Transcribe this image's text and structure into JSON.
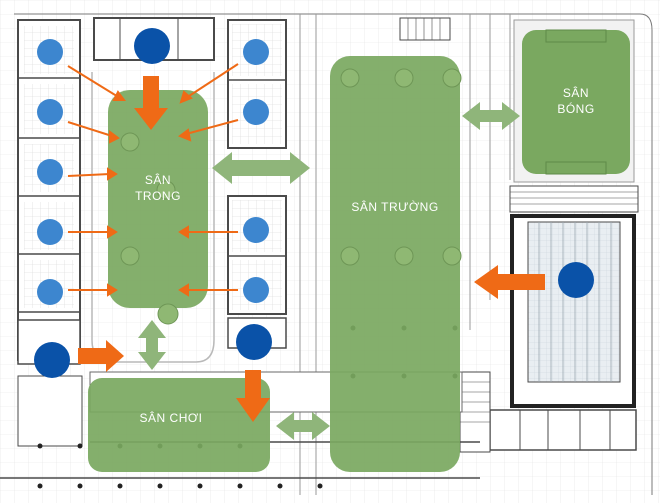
{
  "labels": {
    "san_trong_1": "SÂN",
    "san_trong_2": "TRONG",
    "san_truong": "SÂN TRƯỜNG",
    "san_bong_1": "SÂN",
    "san_bong_2": "BÓNG",
    "san_choi": "SÂN CHƠI"
  },
  "colors": {
    "green_zone": "#7aa860",
    "green_light": "#8fb873",
    "blue_room": "#3d86cf",
    "blue_dark": "#0a52a8",
    "arrow_orange": "#ef6a16",
    "arrow_green": "#8fb57a",
    "line": "#4a4a4a"
  }
}
